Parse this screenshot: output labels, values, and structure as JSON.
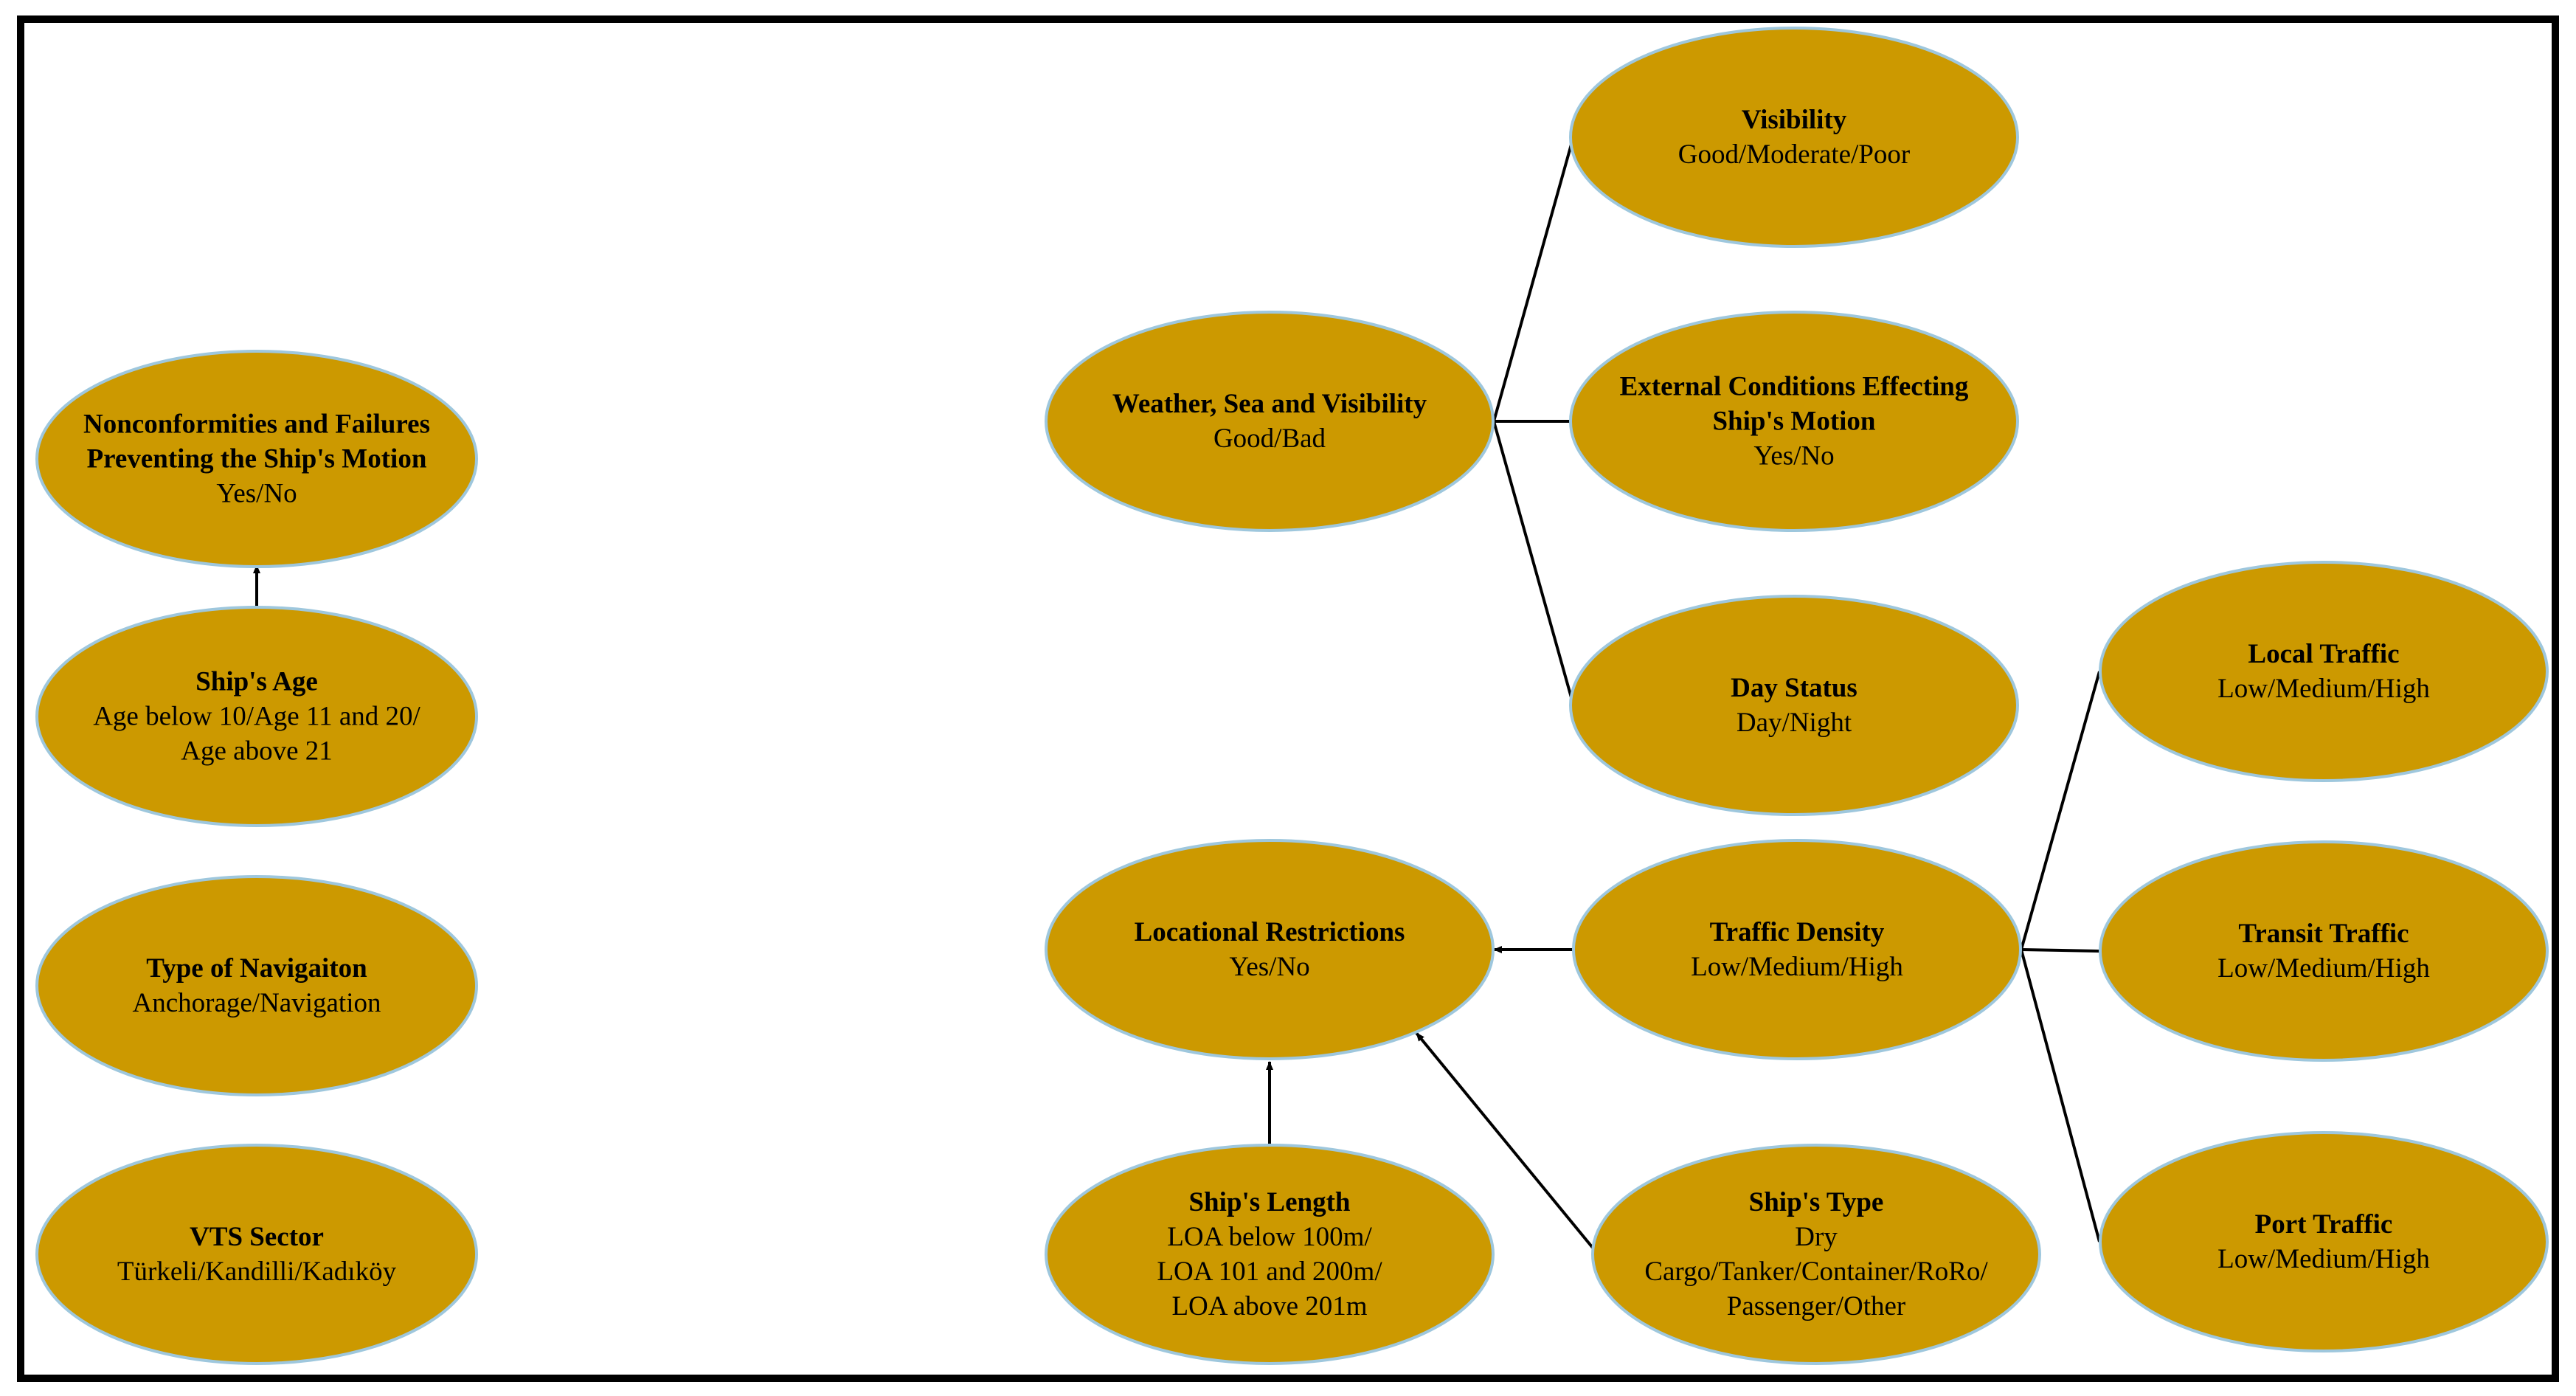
{
  "colors": {
    "node_fill": "#cc9900",
    "node_stroke": "#9ec7dd",
    "edge": "#000000",
    "frame": "#000000"
  },
  "nodes": {
    "nonconformities": {
      "title": [
        "Nonconformities and Failures",
        "Preventing the Ship's Motion"
      ],
      "states": [
        "Yes/No"
      ]
    },
    "ships_age": {
      "title": [
        "Ship's Age"
      ],
      "states": [
        "Age below 10/Age 11 and 20/",
        "Age above 21"
      ]
    },
    "type_of_navigation": {
      "title": [
        "Type of Navigaiton"
      ],
      "states": [
        "Anchorage/Navigation"
      ]
    },
    "vts_sector": {
      "title": [
        "VTS Sector"
      ],
      "states": [
        "Türkeli/Kandilli/Kadıköy"
      ]
    },
    "weather": {
      "title": [
        "Weather, Sea and Visibility"
      ],
      "states": [
        "Good/Bad"
      ]
    },
    "visibility": {
      "title": [
        "Visibility"
      ],
      "states": [
        "Good/Moderate/Poor"
      ]
    },
    "external_conditions": {
      "title": [
        "External Conditions Effecting",
        "Ship's Motion"
      ],
      "states": [
        "Yes/No"
      ]
    },
    "day_status": {
      "title": [
        "Day Status"
      ],
      "states": [
        "Day/Night"
      ]
    },
    "locational_restrictions": {
      "title": [
        "Locational Restrictions"
      ],
      "states": [
        "Yes/No"
      ]
    },
    "traffic_density": {
      "title": [
        "Traffic Density"
      ],
      "states": [
        "Low/Medium/High"
      ]
    },
    "local_traffic": {
      "title": [
        "Local Traffic"
      ],
      "states": [
        "Low/Medium/High"
      ]
    },
    "transit_traffic": {
      "title": [
        "Transit Traffic"
      ],
      "states": [
        "Low/Medium/High"
      ]
    },
    "port_traffic": {
      "title": [
        "Port Traffic"
      ],
      "states": [
        "Low/Medium/High"
      ]
    },
    "ships_length": {
      "title": [
        "Ship's Length"
      ],
      "states": [
        "LOA below 100m/",
        "LOA 101 and 200m/",
        "LOA above 201m"
      ]
    },
    "ships_type": {
      "title": [
        "Ship's Type"
      ],
      "states": [
        "Dry",
        "Cargo/Tanker/Container/RoRo/",
        "Passenger/Other"
      ]
    }
  },
  "edges": [
    {
      "from": "ships_age",
      "to": "nonconformities"
    },
    {
      "from": "weather",
      "to": "visibility"
    },
    {
      "from": "weather",
      "to": "external_conditions"
    },
    {
      "from": "weather",
      "to": "day_status"
    },
    {
      "from": "traffic_density",
      "to": "locational_restrictions"
    },
    {
      "from": "ships_length",
      "to": "locational_restrictions"
    },
    {
      "from": "ships_type",
      "to": "locational_restrictions"
    },
    {
      "from": "traffic_density",
      "to": "local_traffic"
    },
    {
      "from": "traffic_density",
      "to": "transit_traffic"
    },
    {
      "from": "traffic_density",
      "to": "port_traffic"
    }
  ]
}
